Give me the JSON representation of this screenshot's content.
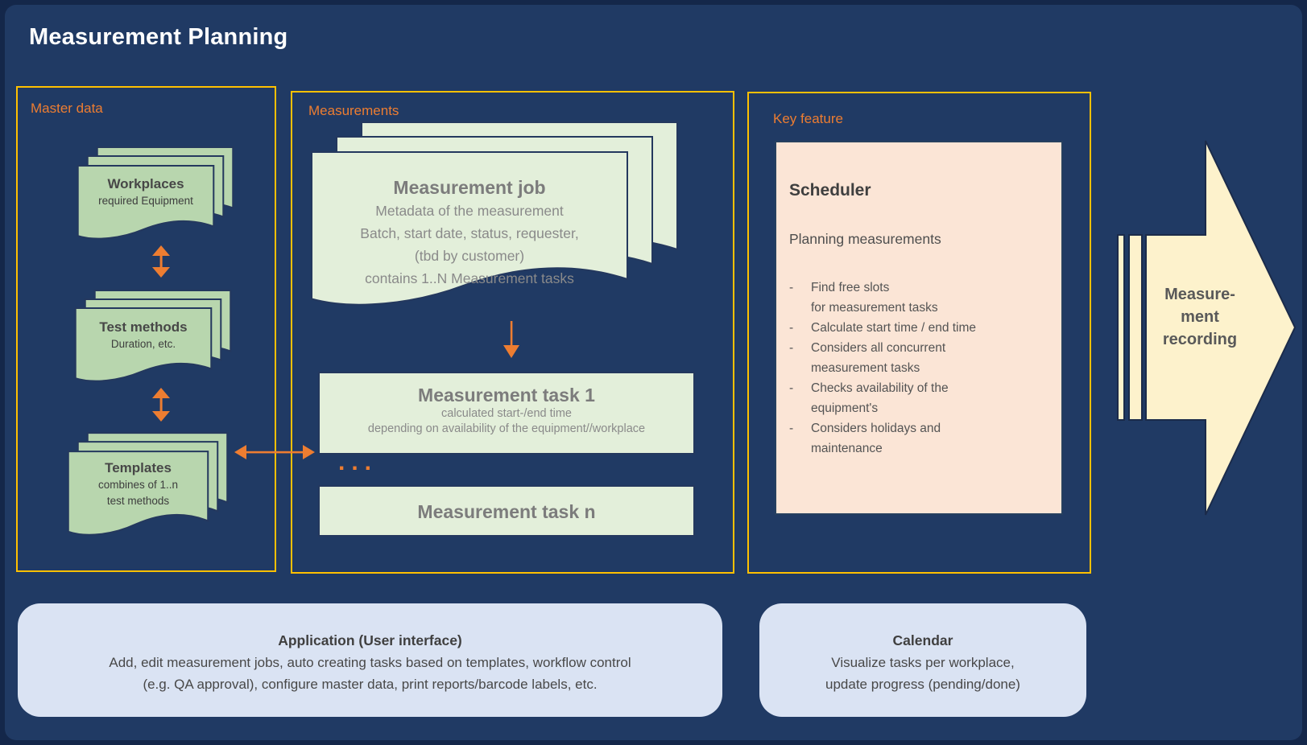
{
  "title": "Measurement Planning",
  "colors": {
    "background": "#203a64",
    "frame": "#14274a",
    "panel_border": "#ffc000",
    "accent_orange": "#ed7d31",
    "doc_green": "#b8d6ae",
    "doc_green_light": "#e3efda",
    "scheduler_peach": "#fbe5d6",
    "arrow_cream": "#fdf2cc",
    "info_blue": "#dae3f3"
  },
  "master_data": {
    "label": "Master data",
    "stacks": [
      {
        "title": "Workplaces",
        "lines": [
          "required Equipment"
        ]
      },
      {
        "title": "Test methods",
        "lines": [
          "Duration, etc."
        ]
      },
      {
        "title": "Templates",
        "lines": [
          "combines of 1..n",
          "test methods"
        ]
      }
    ]
  },
  "measurements": {
    "label": "Measurements",
    "job": {
      "title": "Measurement job",
      "lines": [
        "Metadata of the measurement",
        "Batch, start date, status, requester,",
        "(tbd by customer)",
        "contains 1..N Measurement tasks"
      ]
    },
    "task1": {
      "title": "Measurement task 1",
      "lines": [
        "calculated start-/end time",
        "depending on availability of the equipment//workplace"
      ]
    },
    "ellipsis": "...",
    "taskN": {
      "title": "Measurement task n"
    }
  },
  "key_feature": {
    "label": "Key feature",
    "scheduler": {
      "title": "Scheduler",
      "subtitle": "Planning measurements",
      "bullets": [
        [
          "Find free slots",
          "for measurement tasks"
        ],
        [
          "Calculate start time / end time"
        ],
        [
          "Considers all concurrent",
          "measurement tasks"
        ],
        [
          "Checks availability of the",
          "equipment's"
        ],
        [
          "Considers holidays and",
          "maintenance"
        ]
      ]
    }
  },
  "recording_arrow": {
    "lines": [
      "Measure-",
      "ment",
      "recording"
    ]
  },
  "application": {
    "title": "Application (User interface)",
    "lines": [
      "Add, edit measurement jobs, auto creating tasks based on templates, workflow control",
      "(e.g. QA approval), configure master data, print reports/barcode labels, etc."
    ]
  },
  "calendar": {
    "title": "Calendar",
    "lines": [
      "Visualize tasks per workplace,",
      "update progress (pending/done)"
    ]
  }
}
